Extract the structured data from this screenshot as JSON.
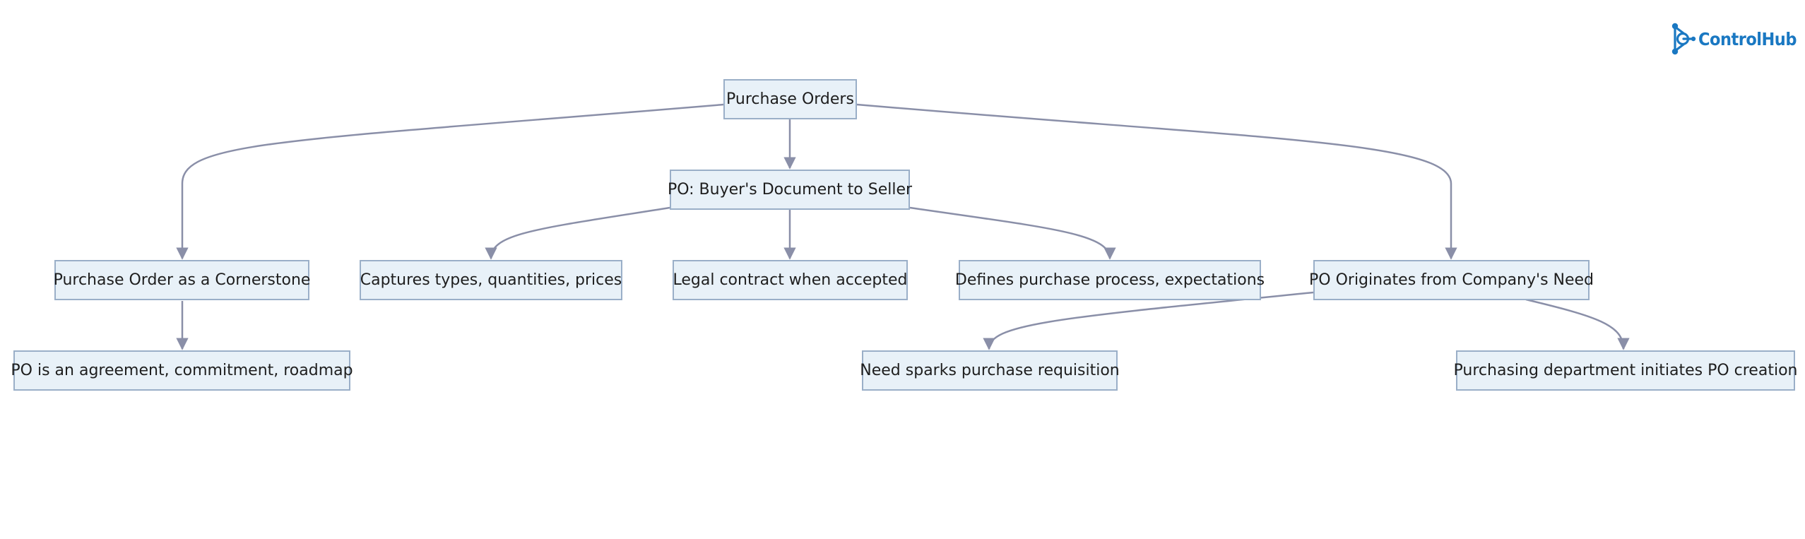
{
  "logo": {
    "name_part1": "Control",
    "name_part2": "Hub",
    "icon": "hub-network-icon",
    "color": "#1a78c2"
  },
  "diagram": {
    "nodes": {
      "root": "Purchase Orders",
      "definition": "PO: Buyer's Document to Seller",
      "cornerstone": "Purchase Order as a Cornerstone",
      "captures": "Captures types, quantities, prices",
      "legal": "Legal contract when accepted",
      "defines": "Defines purchase process, expectations",
      "originates": "PO Originates from Company's Need",
      "agreement": "PO is an agreement, commitment, roadmap",
      "requisition": "Need sparks purchase requisition",
      "department": "Purchasing department initiates PO creation"
    },
    "edges": [
      [
        "root",
        "definition"
      ],
      [
        "root",
        "cornerstone"
      ],
      [
        "root",
        "originates"
      ],
      [
        "definition",
        "captures"
      ],
      [
        "definition",
        "legal"
      ],
      [
        "definition",
        "defines"
      ],
      [
        "cornerstone",
        "agreement"
      ],
      [
        "originates",
        "requisition"
      ],
      [
        "originates",
        "department"
      ]
    ],
    "colors": {
      "node_fill": "#e8f1f8",
      "node_border": "#9aafc8",
      "edge": "#8a8fa8"
    }
  }
}
